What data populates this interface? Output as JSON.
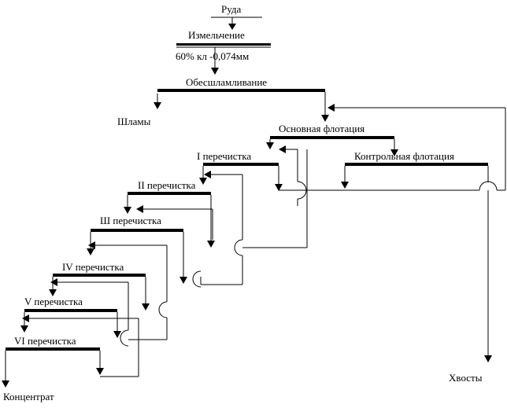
{
  "diagram": {
    "feed": "Руда",
    "grinding": {
      "label": "Измельчение",
      "size_spec": "60% кл  -0,074мм"
    },
    "desliming": "Обесшламливание",
    "slimes": "Шламы",
    "rougher": "Основная флотация",
    "scavenger": "Контрольная флотация",
    "tailings": "Хвосты",
    "concentrate": "Концентрат",
    "cleanings": [
      "I перечистка",
      "II перечистка",
      "Ш перечистка",
      "IV перечистка",
      "V перечистка",
      "VI перечистка"
    ]
  }
}
